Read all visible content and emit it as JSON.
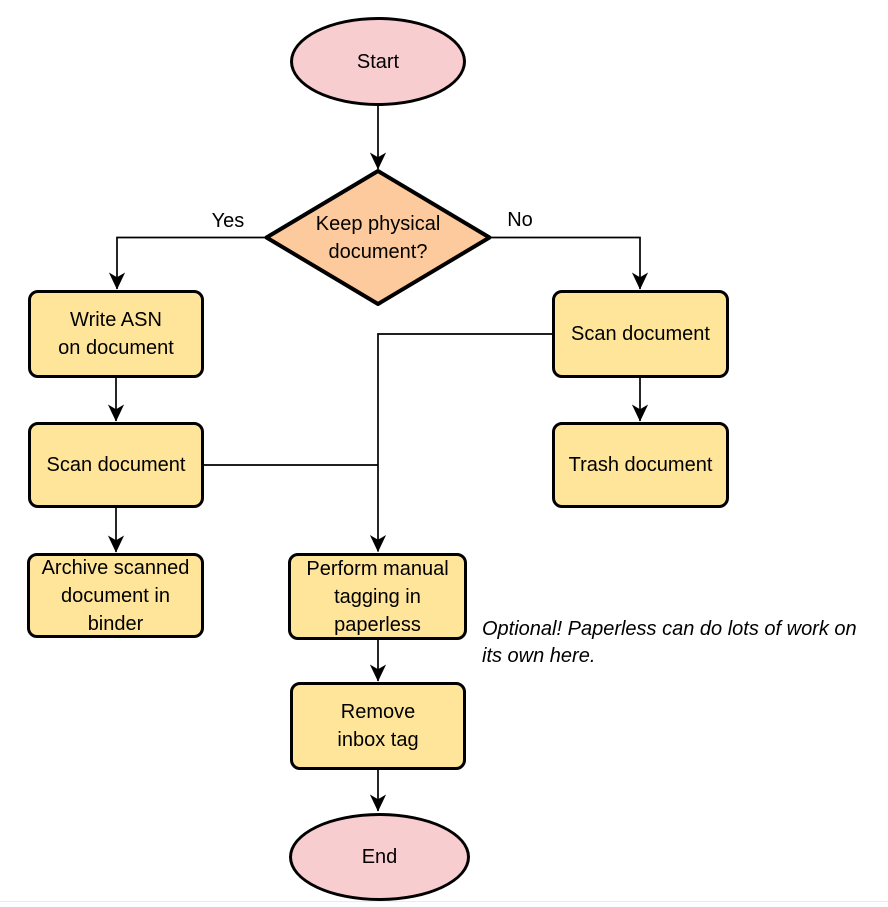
{
  "flowchart": {
    "nodes": {
      "start": {
        "label": "Start",
        "shape": "terminator"
      },
      "decision": {
        "label": "Keep physical\ndocument?",
        "shape": "decision"
      },
      "write_asn": {
        "label": "Write ASN\non document",
        "shape": "process"
      },
      "scan_left": {
        "label": "Scan document",
        "shape": "process"
      },
      "archive": {
        "label": "Archive scanned\ndocument in\nbinder",
        "shape": "process"
      },
      "scan_right": {
        "label": "Scan document",
        "shape": "process"
      },
      "trash": {
        "label": "Trash document",
        "shape": "process"
      },
      "tagging": {
        "label": "Perform manual\ntagging in\npaperless",
        "shape": "process"
      },
      "remove_inbox": {
        "label": "Remove\ninbox tag",
        "shape": "process"
      },
      "end": {
        "label": "End",
        "shape": "terminator"
      }
    },
    "edge_labels": {
      "yes": "Yes",
      "no": "No"
    },
    "note": "Optional! Paperless can do lots of work on\nits own here.",
    "colors": {
      "terminator_fill": "#f8cdd0",
      "decision_fill": "#fdca9d",
      "process_fill": "#ffe59a",
      "stroke": "#000000",
      "background": "#ffffff"
    }
  }
}
